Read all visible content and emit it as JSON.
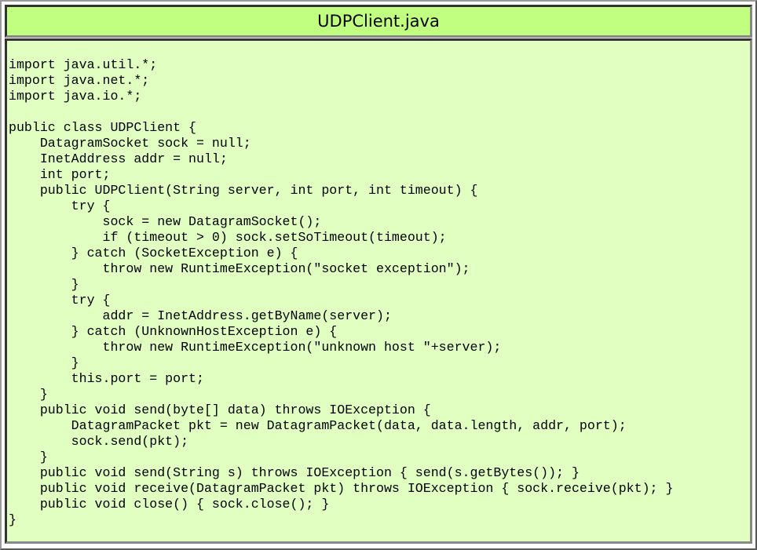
{
  "title": "UDPClient.java",
  "code_lines": [
    "import java.util.*;",
    "import java.net.*;",
    "import java.io.*;",
    "",
    "public class UDPClient {",
    "    DatagramSocket sock = null;",
    "    InetAddress addr = null;",
    "    int port;",
    "    public UDPClient(String server, int port, int timeout) {",
    "        try {",
    "            sock = new DatagramSocket();",
    "            if (timeout > 0) sock.setSoTimeout(timeout);",
    "        } catch (SocketException e) {",
    "            throw new RuntimeException(\"socket exception\");",
    "        }",
    "        try {",
    "            addr = InetAddress.getByName(server);",
    "        } catch (UnknownHostException e) {",
    "            throw new RuntimeException(\"unknown host \"+server);",
    "        }",
    "        this.port = port;",
    "    }",
    "    public void send(byte[] data) throws IOException {",
    "        DatagramPacket pkt = new DatagramPacket(data, data.length, addr, port);",
    "        sock.send(pkt);",
    "    }",
    "    public void send(String s) throws IOException { send(s.getBytes()); }",
    "    public void receive(DatagramPacket pkt) throws IOException { sock.receive(pkt); }",
    "    public void close() { sock.close(); }",
    "}"
  ],
  "colors": {
    "header_bg": "#c0ff80",
    "body_bg": "#e0ffc0"
  }
}
